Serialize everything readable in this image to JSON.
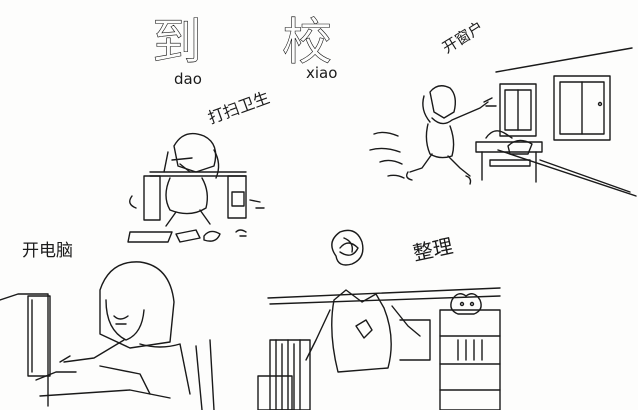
{
  "title": {
    "char1": "到",
    "char2": "校",
    "pinyin1": "dao",
    "pinyin2": "xiao"
  },
  "captions": {
    "open_window": "开窗户",
    "sweep_floor": "打扫卫生",
    "turn_on_computer": "开电脑",
    "tidy_up": "整理"
  },
  "colors": {
    "ink": "#1a1a1a",
    "paper": "#fdfdfc"
  }
}
